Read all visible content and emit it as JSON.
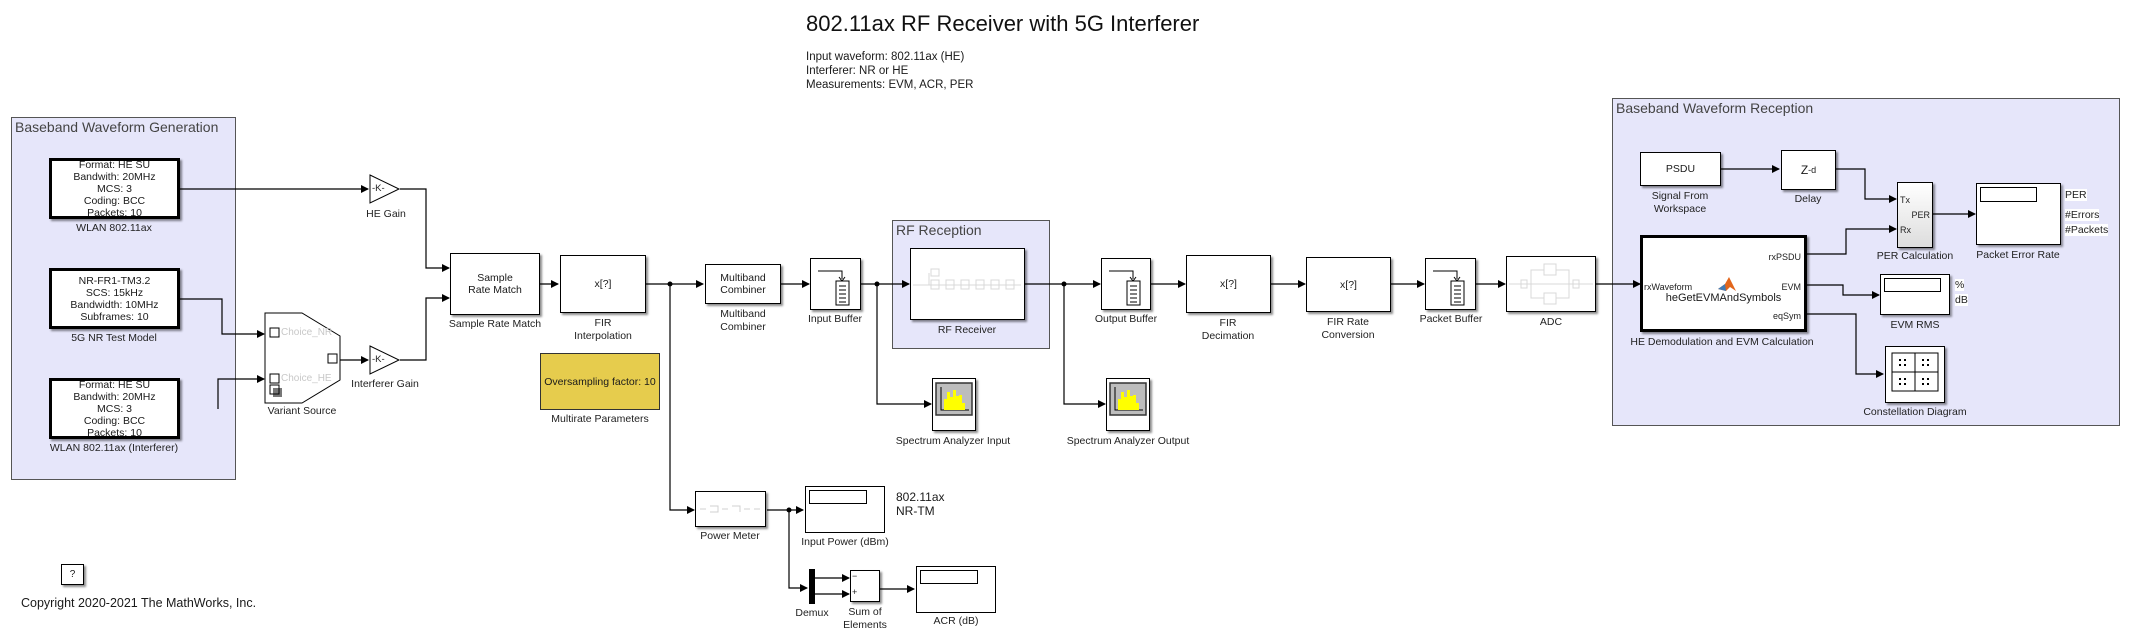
{
  "header": {
    "title": "802.11ax RF Receiver with 5G Interferer",
    "description": [
      "Input waveform: 802.11ax (HE)",
      "Interferer: NR or HE",
      "Measurements: EVM, ACR, PER"
    ]
  },
  "areas": {
    "generation": "Baseband Waveform Generation",
    "rf_reception": "RF Reception",
    "reception": "Baseband Waveform Reception"
  },
  "blocks": {
    "wlan": {
      "lines": [
        "Format: HE SU",
        "Bandwith: 20MHz",
        "MCS: 3",
        "Coding: BCC",
        "Packets: 10"
      ],
      "name": "WLAN 802.11ax"
    },
    "nr": {
      "lines": [
        "NR-FR1-TM3.2",
        "SCS: 15kHz",
        "Bandwidth: 10MHz",
        "Subframes: 10"
      ],
      "name": "5G NR Test Model"
    },
    "wlan_interferer": {
      "lines": [
        "Format: HE SU",
        "Bandwith: 20MHz",
        "MCS: 3",
        "Coding: BCC",
        "Packets: 10"
      ],
      "name": "WLAN 802.11ax (Interferer)"
    },
    "variant_source": {
      "name": "Variant Source",
      "choice_nr": "Choice_NR",
      "choice_he": "Choice_HE"
    },
    "he_gain": {
      "symbol": "-K-",
      "name": "HE Gain"
    },
    "interferer_gain": {
      "symbol": "-K-",
      "name": "Interferer Gain"
    },
    "sample_rate_match": {
      "text": "Sample Rate Match",
      "name": "Sample Rate Match"
    },
    "fir_interp": {
      "text": "x[?]",
      "name": "FIR\nInterpolation"
    },
    "multirate": {
      "text": "Oversampling factor: 10",
      "name": "Multirate Parameters"
    },
    "multiband": {
      "text": "Multiband Combiner",
      "name": "Multiband\nCombiner"
    },
    "input_buffer": {
      "name": "Input Buffer"
    },
    "rf_receiver": {
      "name": "RF Receiver"
    },
    "output_buffer": {
      "name": "Output Buffer"
    },
    "fir_decim": {
      "text": "x[?]",
      "name": "FIR\nDecimation"
    },
    "fir_rate": {
      "text": "x[?]",
      "name": "FIR Rate\nConversion"
    },
    "packet_buffer": {
      "name": "Packet Buffer"
    },
    "adc": {
      "name": "ADC"
    },
    "spec_in": {
      "name": "Spectrum Analyzer Input"
    },
    "spec_out": {
      "name": "Spectrum Analyzer Output"
    },
    "power_meter": {
      "name": "Power Meter"
    },
    "input_power": {
      "name": "Input Power (dBm)",
      "annotation": [
        "802.11ax",
        "NR-TM"
      ]
    },
    "demux": {
      "name": "Demux"
    },
    "sum": {
      "name": "Sum of\nElements",
      "minus": "−",
      "plus": "+"
    },
    "acr": {
      "name": "ACR (dB)"
    },
    "psdu": {
      "text": "PSDU",
      "name": "Signal From\nWorkspace"
    },
    "delay": {
      "text": "Z",
      "sup": "-d",
      "name": "Delay"
    },
    "he_demod": {
      "name": "HE Demodulation and EVM Calculation",
      "function": "heGetEVMAndSymbols",
      "in_port": "rxWaveform",
      "out_ports": [
        "rxPSDU",
        "EVM",
        "eqSym"
      ]
    },
    "per_calc": {
      "name": "PER Calculation",
      "in_ports": [
        "Tx",
        "Rx"
      ],
      "out_port": "PER"
    },
    "per_display": {
      "name": "Packet Error Rate",
      "labels": [
        "PER",
        "#Errors",
        "#Packets"
      ]
    },
    "evm_rms": {
      "name": "EVM RMS",
      "labels": [
        "%",
        "dB"
      ]
    },
    "constellation": {
      "name": "Constellation Diagram"
    }
  },
  "footer": {
    "help_symbol": "?",
    "copyright": "Copyright 2020-2021 The MathWorks, Inc."
  }
}
